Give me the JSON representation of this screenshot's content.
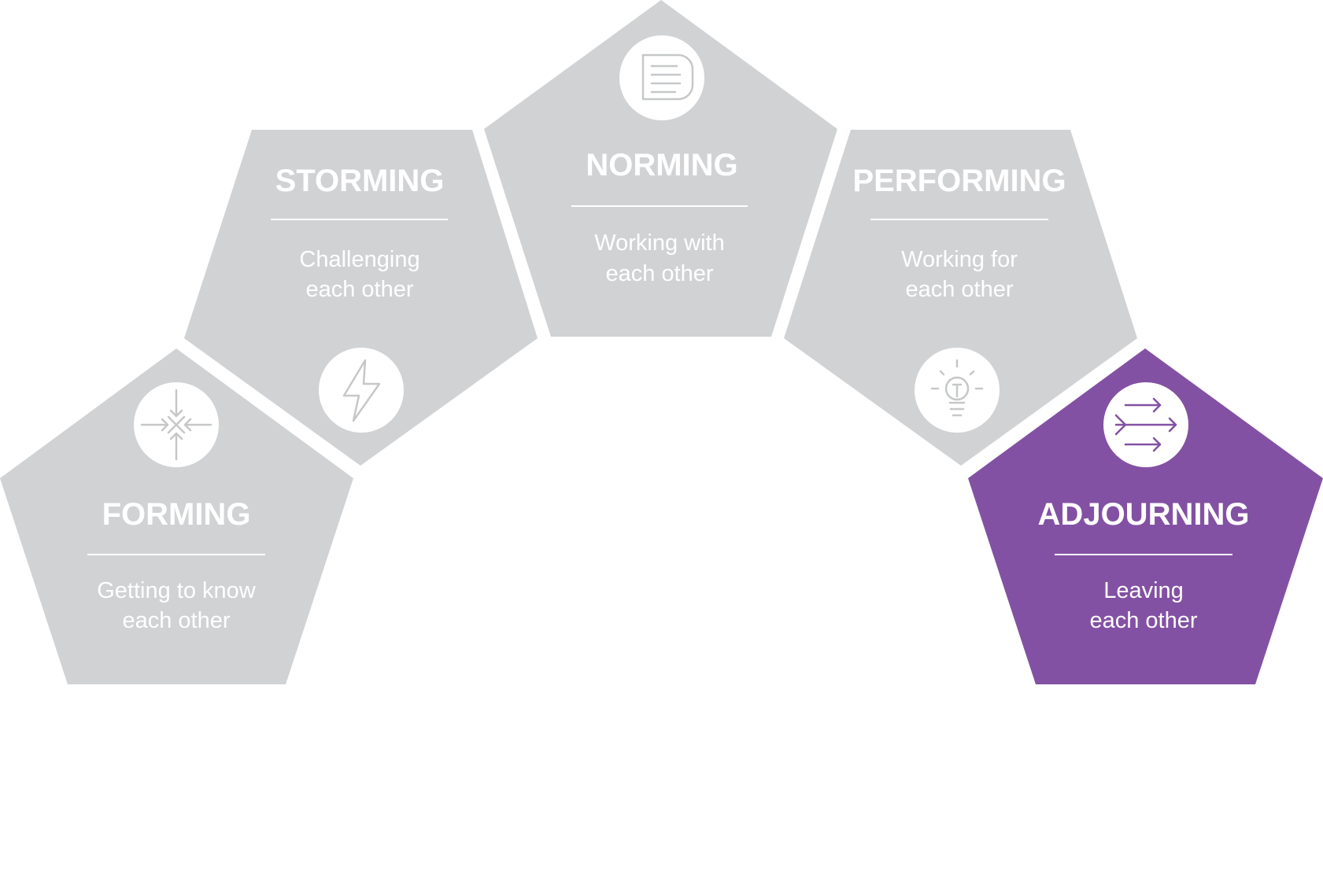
{
  "colors": {
    "inactive_fill": "#d1d2d4",
    "active_fill": "#8351a3",
    "text_on_shape": "#ffffff",
    "inactive_icon": "#c6c7c9",
    "active_icon": "#8351a3",
    "background": "#ffffff"
  },
  "stages": [
    {
      "key": "forming",
      "title": "FORMING",
      "desc_line1": "Getting to know",
      "desc_line2": "each other",
      "icon": "arrows-inward-icon",
      "active": false
    },
    {
      "key": "storming",
      "title": "STORMING",
      "desc_line1": "Challenging",
      "desc_line2": "each other",
      "icon": "lightning-bolt-icon",
      "active": false
    },
    {
      "key": "norming",
      "title": "NORMING",
      "desc_line1": "Working with",
      "desc_line2": "each other",
      "icon": "document-lines-icon",
      "active": false
    },
    {
      "key": "performing",
      "title": "PERFORMING",
      "desc_line1": "Working for",
      "desc_line2": "each other",
      "icon": "lightbulb-icon",
      "active": false
    },
    {
      "key": "adjourning",
      "title": "ADJOURNING",
      "desc_line1": "Leaving",
      "desc_line2": "each other",
      "icon": "arrows-outward-icon",
      "active": true
    }
  ]
}
